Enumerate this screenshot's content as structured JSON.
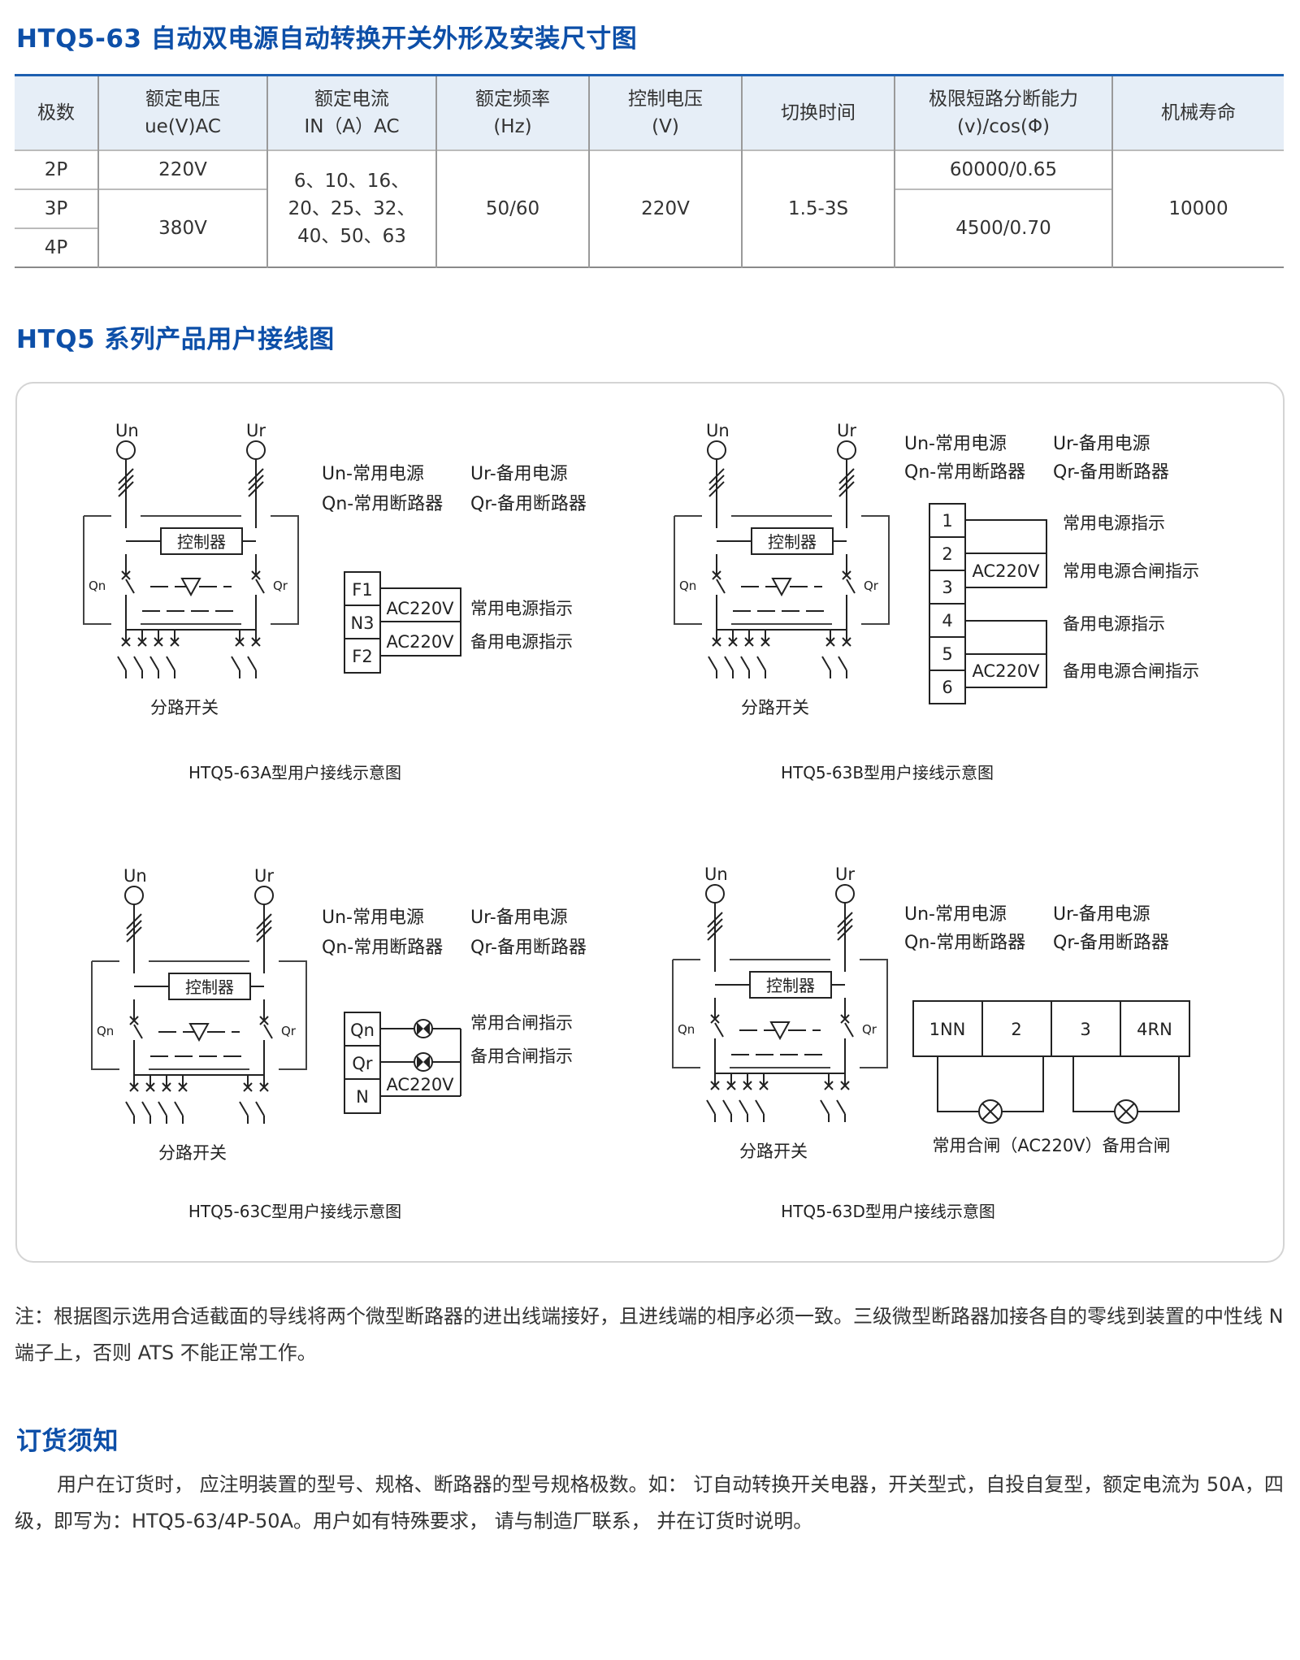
{
  "section_spec": {
    "title": "HTQ5-63 自动双电源自动转换开关外形及安装尺寸图"
  },
  "spec_table": {
    "headers": [
      [
        "极数"
      ],
      [
        "额定电压",
        "ue(V)AC"
      ],
      [
        "额定电流",
        "IN（A）AC"
      ],
      [
        "额定频率",
        "(Hz)"
      ],
      [
        "控制电压",
        "(V)"
      ],
      [
        "切换时间"
      ],
      [
        "极限短路分断能力",
        "(v)/cos(Φ)"
      ],
      [
        "机械寿命"
      ]
    ],
    "poles": [
      "2P",
      "3P",
      "4P"
    ],
    "voltage_2p": "220V",
    "voltage_34p": "380V",
    "current_lines": [
      "6、10、16、",
      "20、25、32、",
      "40、50、63"
    ],
    "frequency": "50/60",
    "control_voltage": "220V",
    "switch_time": "1.5-3S",
    "breaking_2p": "60000/0.65",
    "breaking_34p": "4500/0.70",
    "mech_life": "10000"
  },
  "section_wiring": {
    "title": "HTQ5 系列产品用户接线图"
  },
  "common_labels": {
    "un": "Un",
    "ur": "Ur",
    "qn": "Qn",
    "qr": "Qr",
    "controller": "控制器",
    "branch_switch": "分路开关",
    "un_desc": "Un-常用电源",
    "ur_desc": "Ur-备用电源",
    "qn_desc": "Qn-常用断路器",
    "qr_desc": "Qr-备用断路器",
    "ac220v": "AC220V"
  },
  "diagram_a": {
    "caption": "HTQ5-63A型用户接线示意图",
    "terminals": [
      "F1",
      "N3",
      "F2"
    ],
    "labels": [
      "常用电源指示",
      "备用电源指示"
    ]
  },
  "diagram_b": {
    "caption": "HTQ5-63B型用户接线示意图",
    "terminals": [
      "1",
      "2",
      "3",
      "4",
      "5",
      "6"
    ],
    "labels": [
      "常用电源指示",
      "常用电源合闸指示",
      "备用电源指示",
      "备用电源合闸指示"
    ]
  },
  "diagram_c": {
    "caption": "HTQ5-63C型用户接线示意图",
    "terminals": [
      "Qn",
      "Qr",
      "N"
    ],
    "labels": [
      "常用合闸指示",
      "备用合闸指示"
    ]
  },
  "diagram_d": {
    "caption": "HTQ5-63D型用户接线示意图",
    "terminals": [
      "1NN",
      "2",
      "3",
      "4RN"
    ],
    "bottom_label": "常用合闸（AC220V）备用合闸"
  },
  "note": "注：根据图示选用合适截面的导线将两个微型断路器的进出线端接好，且进线端的相序必须一致。三级微型断路器加接各自的零线到装置的中性线 N 端子上，否则 ATS 不能正常工作。",
  "section_order": {
    "title": "订货须知"
  },
  "order_text": "用户在订货时， 应注明装置的型号、规格、断路器的型号规格极数。如： 订自动转换开关电器，开关型式，自投自复型，额定电流为 50A，四级，即写为：HTQ5-63/4P-50A。用户如有特殊要求， 请与制造厂联系， 并在订货时说明。",
  "colors": {
    "heading": "#0d4fa8",
    "table_rule": "#1d5fb0",
    "table_header_bg": "#e6eef7"
  }
}
